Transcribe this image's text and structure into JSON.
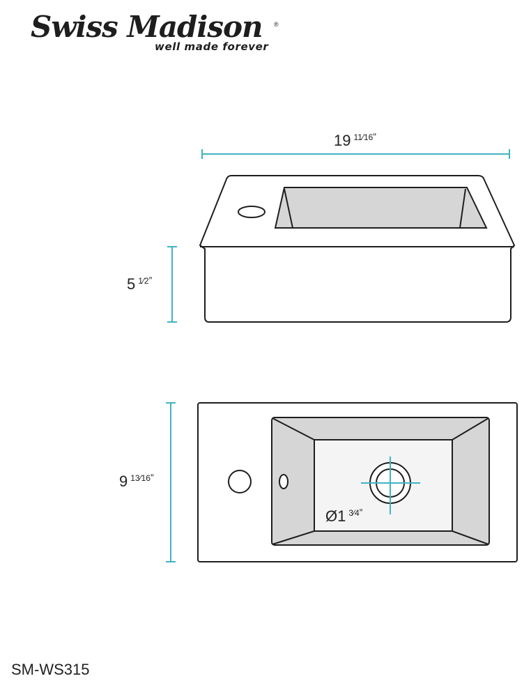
{
  "brand": {
    "name": "Swiss Madison",
    "registered_mark": "®",
    "tagline": "well made forever"
  },
  "dimensions": {
    "width": {
      "whole": "19",
      "fraction": "11⁄16",
      "unit": "”"
    },
    "height": {
      "whole": "5",
      "fraction": "1⁄2",
      "unit": "”"
    },
    "depth": {
      "whole": "9",
      "fraction": "13⁄16",
      "unit": "”"
    },
    "drain": {
      "whole": "Ø1",
      "fraction": "3⁄4",
      "unit": "”"
    }
  },
  "model": "SM-WS315",
  "colors": {
    "dimension_line": "#3fb3c4",
    "outline": "#1e1e1e",
    "basin_fill": "#d6d6d6",
    "basin_floor": "#f4f4f4"
  }
}
